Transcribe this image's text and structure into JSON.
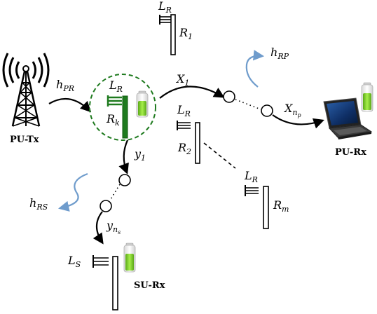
{
  "nodes": {
    "pu_tx": {
      "label": "PU-Tx"
    },
    "pu_rx": {
      "label": "PU-Rx"
    },
    "su_rx": {
      "label": "SU-Rx"
    }
  },
  "relays": {
    "r1": {
      "antenna_main": "L",
      "antenna_sub": "R",
      "name_main": "R",
      "name_sub": "1"
    },
    "rk": {
      "antenna_main": "L",
      "antenna_sub": "R",
      "name_main": "R",
      "name_sub": "k"
    },
    "r2": {
      "antenna_main": "L",
      "antenna_sub": "R",
      "name_main": "R",
      "name_sub": "2"
    },
    "rm": {
      "antenna_main": "L",
      "antenna_sub": "R",
      "name_main": "R",
      "name_sub": "m"
    }
  },
  "su_antenna": {
    "main": "L",
    "sub": "S"
  },
  "channels": {
    "h_pr": {
      "main": "h",
      "sub": "PR"
    },
    "h_rp": {
      "main": "h",
      "sub": "RP"
    },
    "h_rs": {
      "main": "h",
      "sub": "RS"
    }
  },
  "signals": {
    "x1": {
      "main": "X",
      "sub": "1"
    },
    "xnp": {
      "main": "X",
      "sub": "n",
      "subsub": "p"
    },
    "y1": {
      "main": "y",
      "sub": "1"
    },
    "yns": {
      "main": "y",
      "sub": "n",
      "subsub": "s"
    }
  },
  "colors": {
    "selected_relay": "#1e7a1e",
    "interference_arrow": "#6f9ccc",
    "battery_green": "#7ed321",
    "line": "#000000"
  }
}
